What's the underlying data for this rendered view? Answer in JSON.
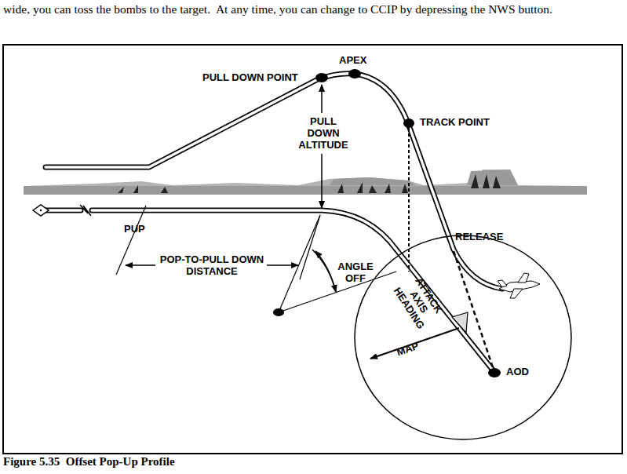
{
  "diagram": {
    "caption": "Figure 5.35  Offset Pop-Up Profile",
    "labels": [
      "wide, you can toss the bombs to the target.  At any time, you can change to CCIP by depressing the NWS button.",
      "PULL DOWN POINT",
      "APEX",
      "PULL DOWN ALTITUDE",
      "TRACK POINT",
      "PUP",
      "POP-TO-PULL DOWN DISTANCE",
      "ANGLE OFF",
      "ATTACK AXIS HEADING",
      "RELEASE",
      "MAP",
      "AOD"
    ]
  }
}
